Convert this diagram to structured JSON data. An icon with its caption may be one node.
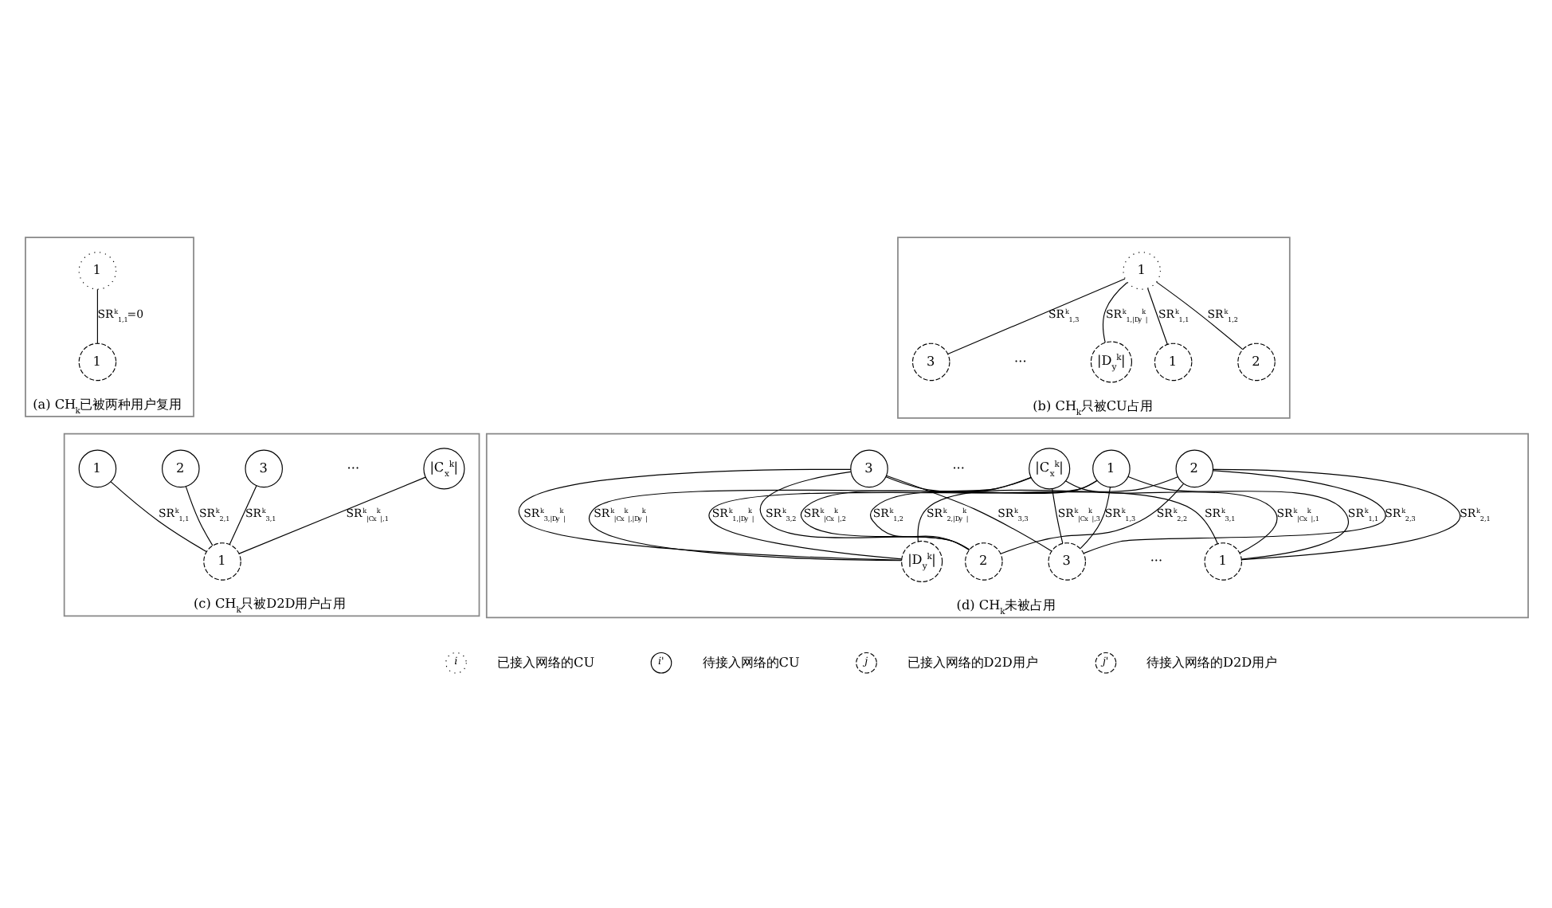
{
  "diagram": {
    "nodes": [
      {
        "text": [
          "(a) CH$_{k}$已被两种用户复用"
        ]
      },
      {
        "text": [
          "1"
        ],
        "in": 0
      },
      {
        "text": [
          "1"
        ],
        "in": 0
      },
      {
        "text": [
          "(b) CH$_{k}$只被CU占用"
        ]
      },
      {
        "text": [
          "1"
        ],
        "in": 3
      },
      {
        "text": [
          "1"
        ],
        "in": 3
      },
      {
        "text": [
          "2"
        ],
        "in": 3
      },
      {
        "text": [
          "3"
        ],
        "in": 3
      },
      {
        "text": [
          "|D$_{y}$$^{k}$|"
        ],
        "in": 3
      },
      {
        "text": [
          "(c) CH$_{k}$只被D2D用户占用"
        ]
      },
      {
        "text": [
          "1"
        ],
        "in": 9
      },
      {
        "text": [
          "2"
        ],
        "in": 9
      },
      {
        "text": [
          "3"
        ],
        "in": 9
      },
      {
        "text": [
          "|C$_{x}$$^{k}$|"
        ],
        "in": 9
      },
      {
        "text": [
          "1"
        ],
        "in": 9
      },
      {
        "text": [
          "(d) CH$_{k}$未被占用"
        ]
      },
      {
        "text": [
          "1"
        ],
        "in": 15
      },
      {
        "text": [
          "2"
        ],
        "in": 15
      },
      {
        "text": [
          "3"
        ],
        "in": 15
      },
      {
        "text": [
          "|C$_{x}$$^{k}$|"
        ],
        "in": 15
      },
      {
        "text": [
          "1"
        ],
        "in": 15
      },
      {
        "text": [
          "2"
        ],
        "in": 15
      },
      {
        "text": [
          "3"
        ],
        "in": 15
      },
      {
        "text": [
          "|D$_{y}$$^{k}$|"
        ],
        "in": 15
      },
      {
        "text": [
          "i"
        ],
        "beside": [
          "已接入网络的CU"
        ]
      },
      {
        "text": [
          "i'"
        ],
        "beside": [
          "待接入网络的CU"
        ]
      },
      {
        "text": [
          "j"
        ],
        "beside": [
          "已接入网络的D2D用户"
        ]
      },
      {
        "text": [
          "j'"
        ],
        "beside": [
          "待接入网络的D2D用户"
        ]
      }
    ],
    "edges": [
      {
        "from": 1,
        "to": 2,
        "arrow": "none",
        "label": "SR$^{k}$$_{1,1}$=0"
      },
      {
        "from": 4,
        "to": 5,
        "arrow": "none",
        "label": "SR$^{k}$$_{1,1}$"
      },
      {
        "from": 4,
        "to": 6,
        "arrow": "none",
        "label": "SR$^{k}$$_{1,2}$"
      },
      {
        "from": 4,
        "to": 7,
        "arrow": "none",
        "label": "SR$^{k}$$_{1,3}$"
      },
      {
        "from": 4,
        "to": 8,
        "arrow": "none",
        "label": "SR$^{k}$$_{1,|D}$$_{y}$$^{k}$$_{|}$"
      },
      {
        "from": 10,
        "to": 14,
        "arrow": "none",
        "label": "SR$^{k}$$_{1,1}$"
      },
      {
        "from": 11,
        "to": 14,
        "arrow": "none",
        "label": "SR$^{k}$$_{2,1}$"
      },
      {
        "from": 12,
        "to": 14,
        "arrow": "none",
        "label": "SR$^{k}$$_{3,1}$"
      },
      {
        "from": 13,
        "to": 14,
        "arrow": "none",
        "label": "SR$^{k}$$_{|C}$$_{x}$$^{k}$$_{|,1}$"
      },
      {
        "from": 16,
        "to": 20,
        "arrow": "none",
        "label": "SR$^{k}$$_{1,1}$"
      },
      {
        "from": 16,
        "to": 21,
        "arrow": "none",
        "label": "SR$^{k}$$_{1,2}$"
      },
      {
        "from": 16,
        "to": 22,
        "arrow": "none",
        "label": "SR$^{k}$$_{1,3}$"
      },
      {
        "from": 16,
        "to": 23,
        "arrow": "none",
        "label": "SR$^{k}$$_{1,|D}$$_{y}$$^{k}$$_{|}$"
      },
      {
        "from": 17,
        "to": 20,
        "arrow": "none",
        "label": "SR$^{k}$$_{2,1}$"
      },
      {
        "from": 17,
        "to": 21,
        "arrow": "none",
        "label": "SR$^{k}$$_{2,2}$"
      },
      {
        "from": 17,
        "to": 22,
        "arrow": "none",
        "label": "SR$^{k}$$_{2,3}$"
      },
      {
        "from": 17,
        "to": 23,
        "arrow": "none",
        "label": "SR$^{k}$$_{2,|D}$$_{y}$$^{k}$$_{|}$"
      },
      {
        "from": 18,
        "to": 20,
        "arrow": "none",
        "label": "SR$^{k}$$_{3,1}$"
      },
      {
        "from": 18,
        "to": 21,
        "arrow": "none",
        "label": "SR$^{k}$$_{3,2}$"
      },
      {
        "from": 18,
        "to": 22,
        "arrow": "none",
        "label": "SR$^{k}$$_{3,3}$"
      },
      {
        "from": 18,
        "to": 23,
        "arrow": "none",
        "label": "SR$^{k}$$_{3,|D}$$_{y}$$^{k}$$_{|}$"
      },
      {
        "from": 19,
        "to": 20,
        "arrow": "none",
        "label": "SR$^{k}$$_{|C}$$_{x}$$^{k}$$_{|,1}$"
      },
      {
        "from": 19,
        "to": 21,
        "arrow": "none",
        "label": "SR$^{k}$$_{|C}$$_{x}$$^{k}$$_{|,2}$"
      },
      {
        "from": 19,
        "to": 22,
        "arrow": "none",
        "label": "SR$^{k}$$_{|C}$$_{x}$$^{k}$$_{|,3}$"
      },
      {
        "from": 19,
        "to": 23,
        "arrow": "none",
        "label": "SR$^{k}$$_{|C}$$_{x}$$^{k}$$_{|,|D}$$_{y}$$^{k}$$_{|}$"
      }
    ],
    "labels": [
      "···",
      "···",
      "···",
      "···"
    ]
  }
}
